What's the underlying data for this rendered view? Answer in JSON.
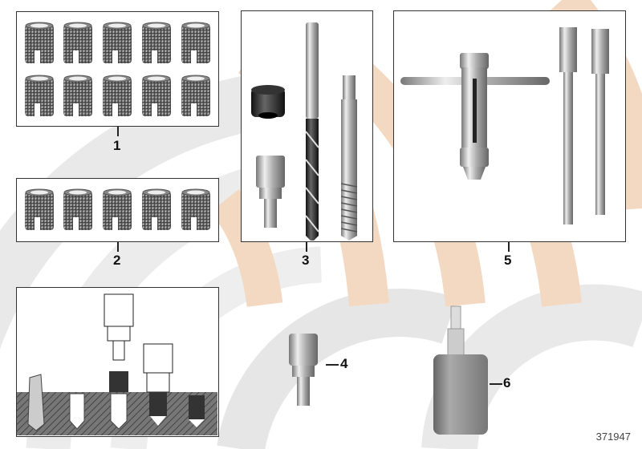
{
  "diagram": {
    "type": "parts-illustration",
    "reference_number": "371947",
    "colors": {
      "background_arc_gray": "#e6e6e6",
      "background_arc_beige": "#f3d9c2",
      "panel_border": "#333333",
      "label_text": "#111111"
    },
    "callouts": [
      {
        "id": "1",
        "label": "1",
        "description": "threaded inserts, set of 10"
      },
      {
        "id": "2",
        "label": "2",
        "description": "threaded inserts, set of 5"
      },
      {
        "id": "3",
        "label": "3",
        "description": "stop collar, socket bit, drill, tap"
      },
      {
        "id": "4",
        "label": "4",
        "description": "socket bit"
      },
      {
        "id": "5",
        "label": "5",
        "description": "tap wrench with extensions"
      },
      {
        "id": "6",
        "label": "6",
        "description": "thread locking compound bottle"
      }
    ]
  }
}
